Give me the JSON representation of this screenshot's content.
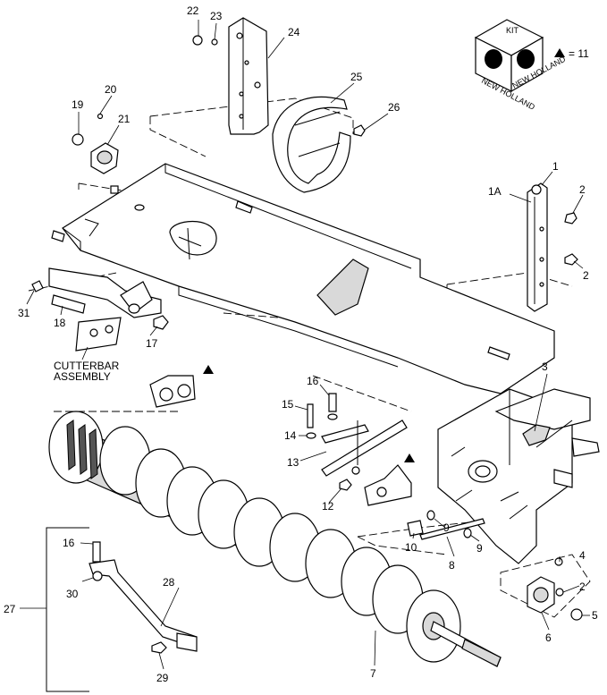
{
  "callouts": {
    "c1": "1",
    "c1A": "1A",
    "c2a": "2",
    "c2b": "2",
    "c2c": "2",
    "c3": "3",
    "c4": "4",
    "c5": "5",
    "c6": "6",
    "c7": "7",
    "c8": "8",
    "c9a": "9",
    "c9b": "9",
    "c10": "10",
    "c12": "12",
    "c13": "13",
    "c14": "14",
    "c15": "15",
    "c16a": "16",
    "c16b": "16",
    "c17": "17",
    "c18": "18",
    "c19": "19",
    "c20": "20",
    "c21": "21",
    "c22": "22",
    "c23": "23",
    "c24": "24",
    "c25": "25",
    "c26": "26",
    "c27": "27",
    "c28": "28",
    "c29": "29",
    "c30": "30",
    "c31": "31"
  },
  "notes": {
    "cutterbar_line1": "CUTTERBAR",
    "cutterbar_line2": "ASSEMBLY"
  },
  "kit": {
    "label": "KIT",
    "brand": "NEW HOLLAND",
    "quantity_text": "= 11"
  },
  "icons": [
    "kit-box-icon",
    "triangle-marker-icon",
    "new-holland-logo"
  ]
}
